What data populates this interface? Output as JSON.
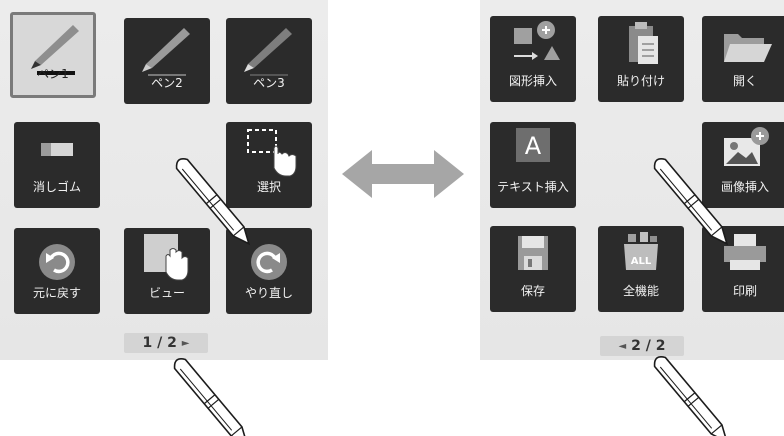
{
  "left_page": {
    "tools": [
      {
        "label": "ペン1",
        "icon": "pen-icon"
      },
      {
        "label": "ペン2",
        "icon": "pen-icon"
      },
      {
        "label": "ペン3",
        "icon": "pen-icon"
      },
      {
        "label": "消しゴム",
        "icon": "eraser-icon"
      },
      {
        "label": "選択",
        "icon": "select-hand-icon"
      },
      {
        "label": "元に戻す",
        "icon": "undo-icon"
      },
      {
        "label": "ビュー",
        "icon": "view-hand-icon"
      },
      {
        "label": "やり直し",
        "icon": "redo-icon"
      }
    ],
    "pager": {
      "text": "1 / 2",
      "arrow": "►"
    }
  },
  "right_page": {
    "tools": [
      {
        "label": "図形挿入",
        "icon": "shape-insert-icon"
      },
      {
        "label": "貼り付け",
        "icon": "paste-icon"
      },
      {
        "label": "開く",
        "icon": "folder-open-icon"
      },
      {
        "label": "テキスト挿入",
        "icon": "text-insert-icon",
        "icon_text": "A"
      },
      {
        "label": "画像挿入",
        "icon": "image-insert-icon"
      },
      {
        "label": "保存",
        "icon": "save-icon"
      },
      {
        "label": "全機能",
        "icon": "all-features-icon",
        "icon_text": "ALL"
      },
      {
        "label": "印刷",
        "icon": "print-icon"
      }
    ],
    "pager": {
      "text": "2 / 2",
      "arrow": "◄"
    }
  },
  "colors": {
    "tile": "#2b2b2b",
    "selected_tile": "#d8d8d8",
    "panel": "#e8e8e8",
    "arrow": "#a6a6a6"
  }
}
